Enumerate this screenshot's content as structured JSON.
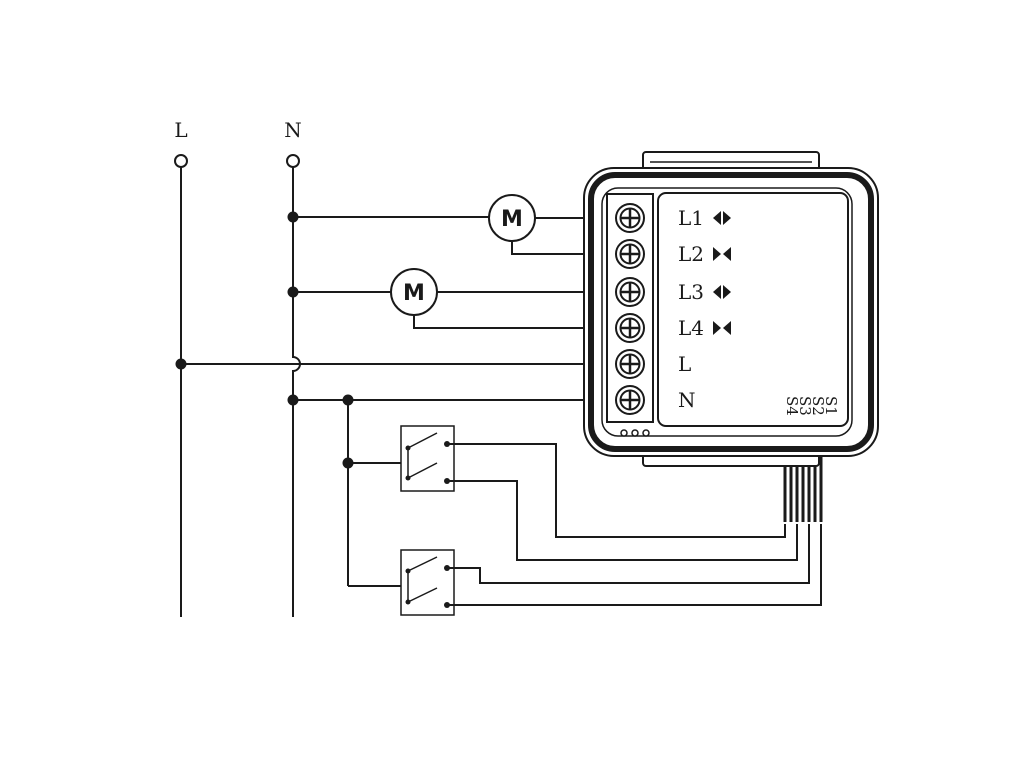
{
  "rails": {
    "live_label": "L",
    "neutral_label": "N"
  },
  "motor_symbol": "M",
  "module": {
    "terminals": [
      {
        "label": "L1",
        "icon": "open-arrows-icon"
      },
      {
        "label": "L2",
        "icon": "close-arrows-icon"
      },
      {
        "label": "L3",
        "icon": "open-arrows-icon"
      },
      {
        "label": "L4",
        "icon": "close-arrows-icon"
      },
      {
        "label": "L",
        "icon": ""
      },
      {
        "label": "N",
        "icon": ""
      }
    ],
    "switch_inputs": [
      "S1",
      "S2",
      "S3",
      "S4"
    ]
  }
}
